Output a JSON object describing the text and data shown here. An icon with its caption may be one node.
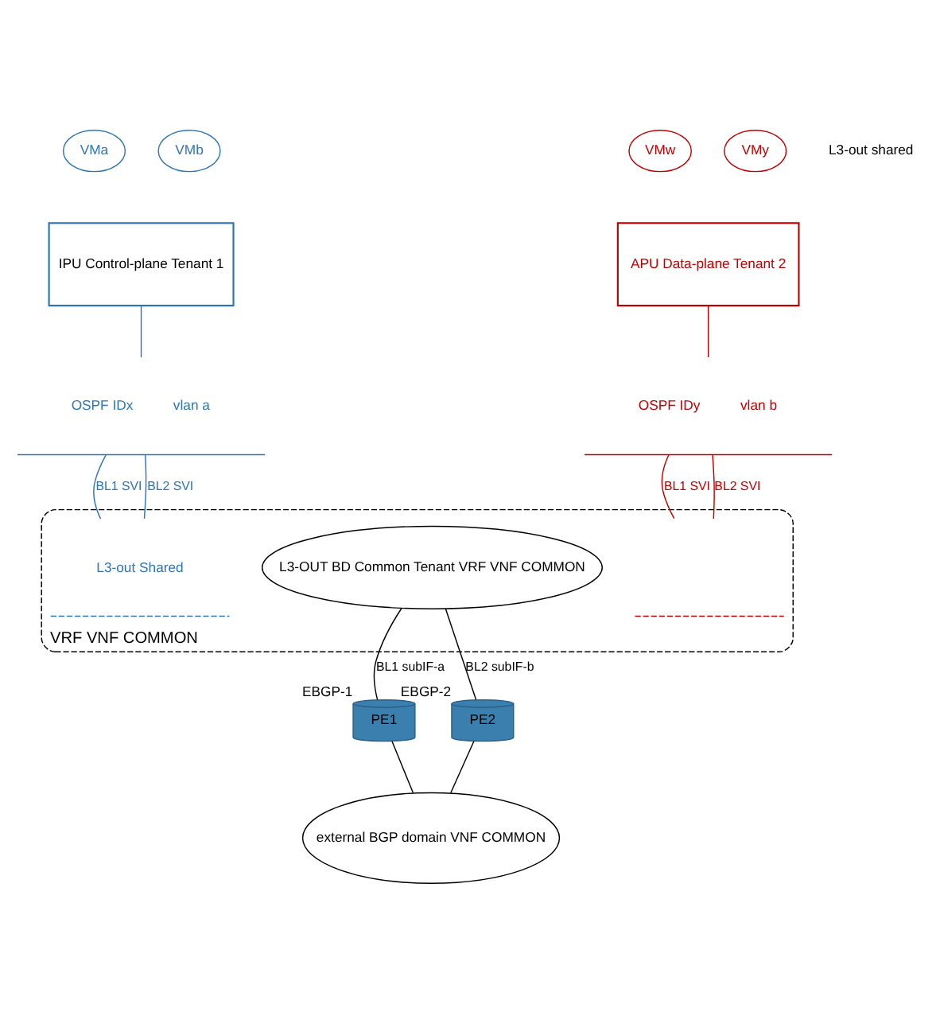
{
  "diagram": {
    "nodes": [
      {
        "text": [
          "VMa"
        ]
      },
      {
        "text": [
          "VMb"
        ]
      },
      {
        "text": [
          "VMw"
        ]
      },
      {
        "text": [
          "VMy"
        ]
      },
      {
        "text": [
          "IPU Control-plane Tenant 1"
        ]
      },
      {
        "text": [
          "APU Data-plane Tenant 2"
        ]
      },
      {
        "text": [
          "OSPF IDx",
          "vlan a"
        ]
      },
      {
        "text": [
          "OSPF IDy",
          "vlan b"
        ]
      },
      {
        "text": [
          "VRF VNF COMMON"
        ]
      },
      {
        "text": [
          "L3-out Shared"
        ],
        "in": 8
      },
      {
        "text": [
          "L3-OUT BD Common Tenant VRF VNF COMMON"
        ],
        "in": 8
      },
      {
        "text": [],
        "shape": "bar",
        "in": 8
      },
      {
        "text": [
          "PE1"
        ],
        "beside": [
          "EBGP-1"
        ]
      },
      {
        "text": [
          "PE2"
        ],
        "beside": [
          "EBGP-2"
        ]
      },
      {
        "text": [
          "external BGP domain VNF COMMON"
        ]
      }
    ],
    "edges": [
      {
        "from": 4,
        "to": 6,
        "arrow": "none",
        "color": "#2e75b6"
      },
      {
        "from": 5,
        "to": 7,
        "arrow": "none",
        "color": "#c00000"
      },
      {
        "from": 6,
        "to": 9,
        "arrow": "none",
        "label": "BL1 SVI",
        "color": "#2e75b6"
      },
      {
        "from": 6,
        "to": 9,
        "arrow": "none",
        "label": "BL2 SVI",
        "color": "#2e75b6"
      },
      {
        "from": 7,
        "to": 11,
        "arrow": "none",
        "label": "BL1 SVI",
        "color": "#c00000"
      },
      {
        "from": 7,
        "to": 11,
        "arrow": "none",
        "label": "BL2 SVI",
        "color": "#c00000"
      },
      {
        "from": 10,
        "to": 12,
        "arrow": "none",
        "label": "BL1 subIF-a"
      },
      {
        "from": 10,
        "to": 13,
        "arrow": "none",
        "label": "BL2 subIF-b"
      },
      {
        "from": 12,
        "to": 14,
        "arrow": "none"
      },
      {
        "from": 13,
        "to": 14,
        "arrow": "none"
      }
    ],
    "labels": [
      "L3-out shared"
    ]
  }
}
